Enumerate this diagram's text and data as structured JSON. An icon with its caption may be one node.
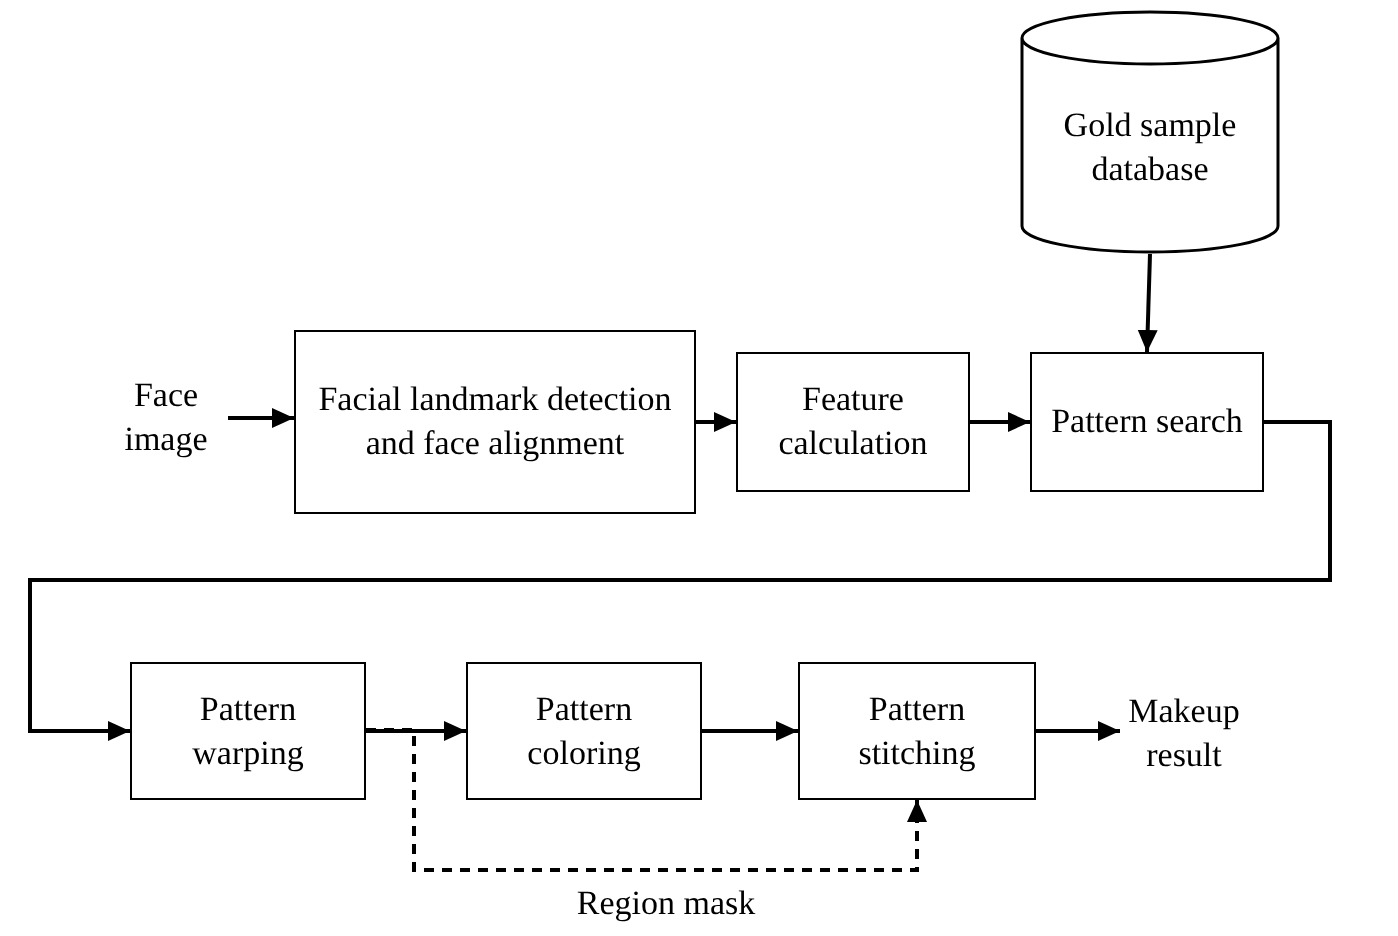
{
  "diagram": {
    "nodes": [
      {
        "text": [
          "Face image"
        ]
      },
      {
        "text": [
          "Facial landmark detection and face alignment"
        ]
      },
      {
        "text": [
          "Feature calculation"
        ]
      },
      {
        "text": [
          "Pattern search"
        ]
      },
      {
        "text": [
          "Gold sample database"
        ]
      },
      {
        "text": [
          "Pattern warping"
        ]
      },
      {
        "text": [
          "Pattern coloring"
        ]
      },
      {
        "text": [
          "Pattern stitching"
        ]
      },
      {
        "text": [
          "Makeup result"
        ]
      }
    ],
    "edges": [
      {
        "from": 0,
        "to": 1,
        "arrow": "to"
      },
      {
        "from": 1,
        "to": 2,
        "arrow": "to"
      },
      {
        "from": 2,
        "to": 3,
        "arrow": "to"
      },
      {
        "from": 4,
        "to": 3,
        "arrow": "to"
      },
      {
        "from": 3,
        "to": 5,
        "arrow": "to"
      },
      {
        "from": 5,
        "to": 6,
        "arrow": "to"
      },
      {
        "from": 6,
        "to": 7,
        "arrow": "to"
      },
      {
        "from": 7,
        "to": 8,
        "arrow": "to"
      },
      {
        "from": 5,
        "to": 7,
        "arrow": "to",
        "style": "dashed",
        "label": "Region mask"
      }
    ]
  }
}
